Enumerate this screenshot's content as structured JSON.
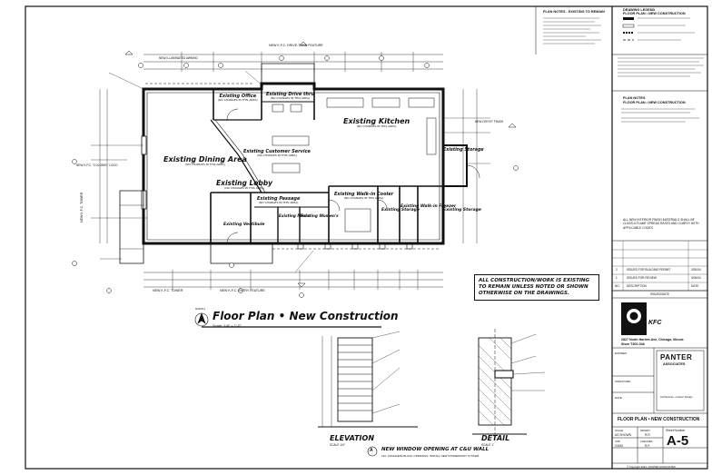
{
  "plan_title": "Floor Plan • New Construction",
  "plan_scale": "Scale: 1/4\" = 1'-0\"",
  "north_label": "NORTH",
  "rooms": {
    "kitchen": "Existing Kitchen",
    "dining": "Existing Dining Area",
    "customer_service": "Existing Customer Service",
    "lobby": "Existing Lobby",
    "office": "Existing Office",
    "drive_thru": "Existing Drive thru",
    "storage_right": "Existing Storage",
    "passage": "Existing Passage",
    "walk_in_cooler": "Existing Walk-in Cooler",
    "storage_mid": "Existing Storage",
    "walk_in_freezer": "Existing Walk-in Freezer",
    "storage_far": "Existing Storage",
    "mens": "Existing Men's",
    "vestibule": "Existing Vestibule",
    "womens": "Existing Women's"
  },
  "room_sub": "(NO CHANGES IN THIS AREA)",
  "callouts": {
    "new_kfc_drive_thru": "NEW K.F.C. DRIVE-THRU FEATURE",
    "new_kfc_tower": "NEW K.F.C. TOWER",
    "new_kfc_entry": "NEW K.F.C. ENTRY FEATURE",
    "new_illuminated_awning": "NEW ILLUMINATED AWNING",
    "new_kfc_colonel": "NEW K.F.C. \"COLONEL\" LOGO",
    "new_wall_finish": "NEW DRYVIT FINISH"
  },
  "construction_note": "ALL CONSTRUCTION/WORK IS EXISTING TO REMAIN UNLESS NOTED OR SHOWN OTHERWISE ON THE DRAWINGS.",
  "elevation_label": "ELEVATION",
  "elevation_scale": "SCALE 1/4\"",
  "detail_label": "DETAIL",
  "detail_scale": "SCALE 1\"",
  "window_opening_note": "NEW WINDOW OPENING AT C&U WALL",
  "window_opening_sub": "FILL CONCRETE BLOCK OPENINGS. INSTALL NEW STOREFRONT SYSTEM.",
  "marker_a": "A",
  "title_block": {
    "plan_notes_title": "PLAN NOTES - EXISTING TO REMAIN",
    "legend_title_1": "DRAWING LEGEND",
    "legend_title_2": "FLOOR PLAN • NEW CONSTRUCTION",
    "plan_notes_title_2": "PLAN NOTES",
    "plan_notes_title_3": "FLOOR PLAN • NEW CONSTRUCTION",
    "finish_note": "ALL NEW INTERIOR FINISH MATERIALS SHALL BE CLASS A FLAME SPREAD RATED AND COMPLY WITH APPLICABLE CODES.",
    "rev_rows": [
      {
        "no": "2",
        "desc": "ISSUED FOR BUILDING PERMIT",
        "date": "3/30/04"
      },
      {
        "no": "1",
        "desc": "ISSUED FOR REVIEW",
        "date": "3/05/04"
      }
    ],
    "rev_head": {
      "no": "NO.",
      "desc": "DESCRIPTION",
      "date": "DATE"
    },
    "rev_footer": "ISSUED/DATE",
    "kfc_logo": "KFC",
    "address_1": "2827 North Harlem Ave, Chicago, Illinois",
    "address_2": "Store T300-048",
    "firm_1": "PANTER",
    "firm_2": "ASSOCIATES",
    "firm_sub": "Architecture • Interior Design",
    "stamp_label": "EXPIRES",
    "signature_label": "SIGNATURE",
    "date_label": "DATE",
    "sheet_title": "FLOOR PLAN • NEW CONSTRUCTION",
    "scale_label": "SCALE",
    "scale_value": "AS SHOWN",
    "drawn_label": "DRAWN",
    "drawn_value": "R.R.",
    "job_label": "JOB",
    "job_value": "03150",
    "checked_label": "CHECKED",
    "checked_value": "R.P.",
    "sheet_number_label": "Sheet Number",
    "sheet_number": "A-5",
    "copyright": "© Copyright 2004 • PANTER ASSOCIATES"
  },
  "colors": {
    "ink": "#111111",
    "paper": "#ffffff",
    "wall": "#1a1a1a"
  }
}
